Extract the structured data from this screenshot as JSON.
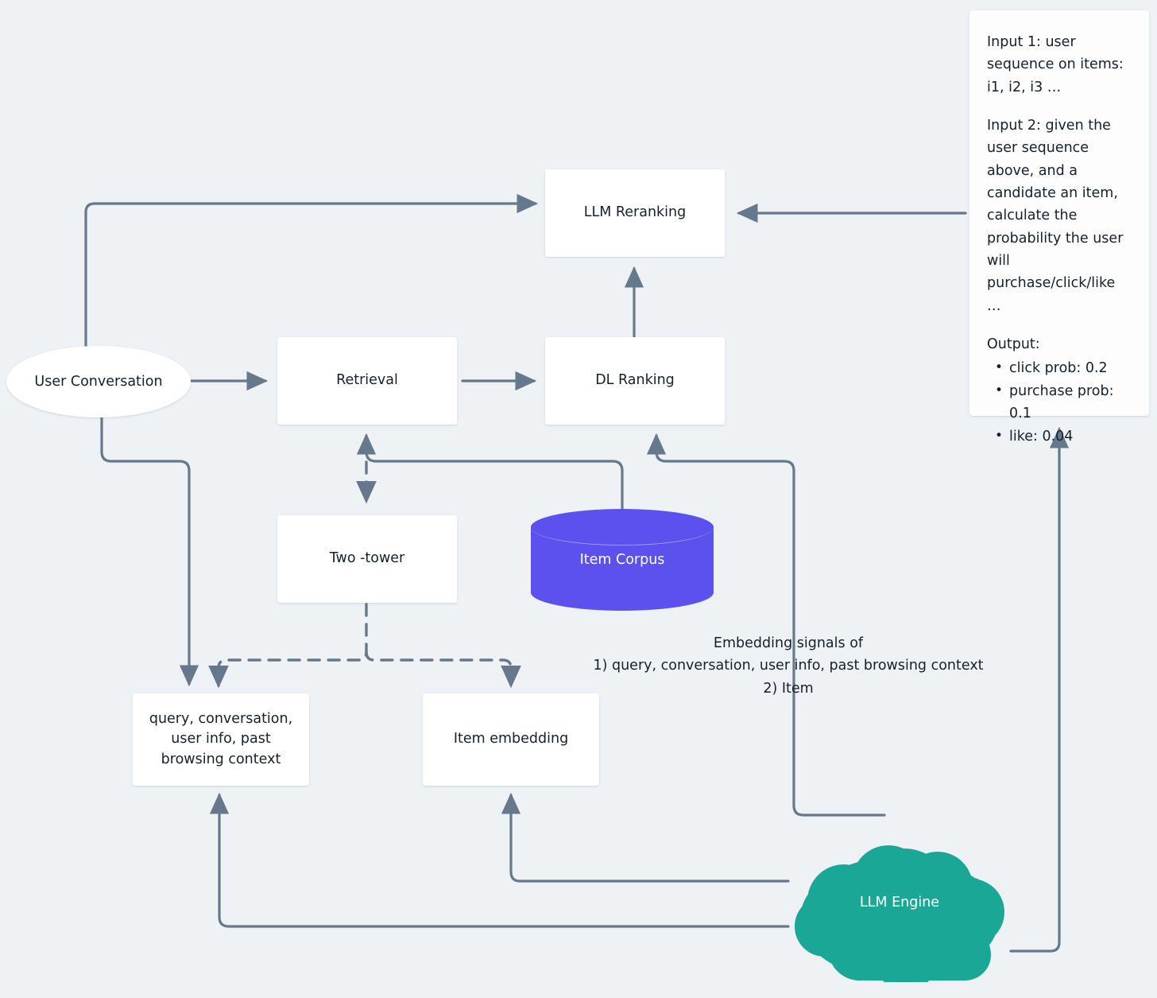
{
  "diagram": {
    "title": "LLM-augmented recommendation pipeline",
    "background_color": "#eef2f5",
    "edge_color": "#66798c",
    "nodes": {
      "user_conversation": {
        "label": "User Conversation",
        "shape": "ellipse",
        "fill": "#ffffff"
      },
      "retrieval": {
        "label": "Retrieval",
        "shape": "rect",
        "fill": "#ffffff"
      },
      "dl_ranking": {
        "label": "DL Ranking",
        "shape": "rect",
        "fill": "#ffffff"
      },
      "llm_reranking": {
        "label": "LLM Reranking",
        "shape": "rect",
        "fill": "#ffffff"
      },
      "two_tower": {
        "label": "Two -tower",
        "shape": "rect",
        "fill": "#ffffff"
      },
      "item_corpus": {
        "label": "Item Corpus",
        "shape": "cylinder",
        "fill": "#5c50ee",
        "text_color": "#ffffff"
      },
      "query_context": {
        "label": "query, conversation, user info, past browsing context",
        "shape": "rect",
        "fill": "#ffffff"
      },
      "item_embedding": {
        "label": "Item embedding",
        "shape": "rect",
        "fill": "#ffffff"
      },
      "llm_engine": {
        "label": "LLM Engine",
        "shape": "cloud",
        "fill": "#1aa796",
        "text_color": "#ffffff"
      }
    },
    "annotations": {
      "embedding_signals": {
        "line1": "Embedding signals of",
        "line2": "1) query, conversation, user info, past browsing context",
        "line3": "2) Item"
      }
    },
    "prompt_panel": {
      "input1": "Input 1: user sequence on items: i1, i2, i3 …",
      "input2": "Input 2: given the user sequence above, and a candidate an item, calculate the probability the user will purchase/click/like …",
      "output_heading": "Output:",
      "output_items": [
        "click prob: 0.2",
        "purchase prob: 0.1",
        "like: 0.04"
      ]
    }
  }
}
